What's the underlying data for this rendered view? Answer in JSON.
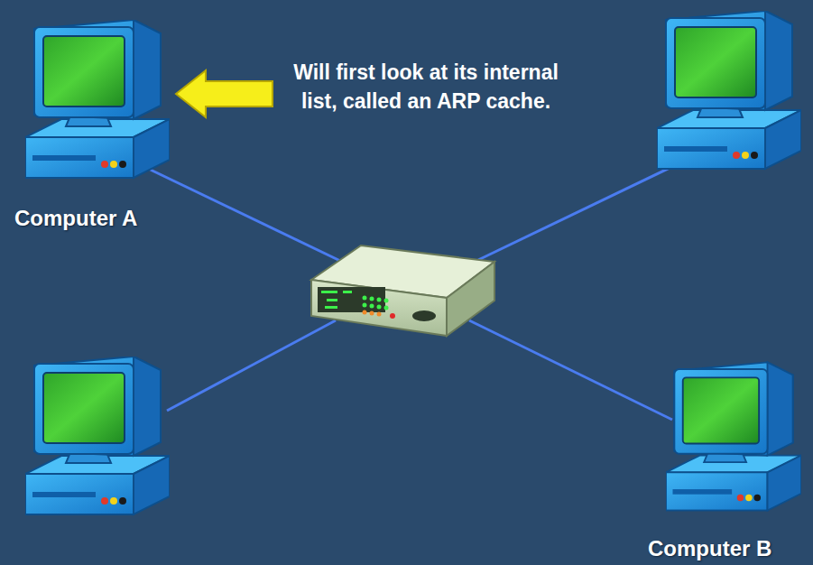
{
  "diagram": {
    "nodes": [
      {
        "text": [
          "Computer A"
        ]
      },
      {
        "text": [
          "Computer B"
        ]
      }
    ],
    "labels": [
      "Will first look at its internal list, called an ARP cache."
    ]
  }
}
